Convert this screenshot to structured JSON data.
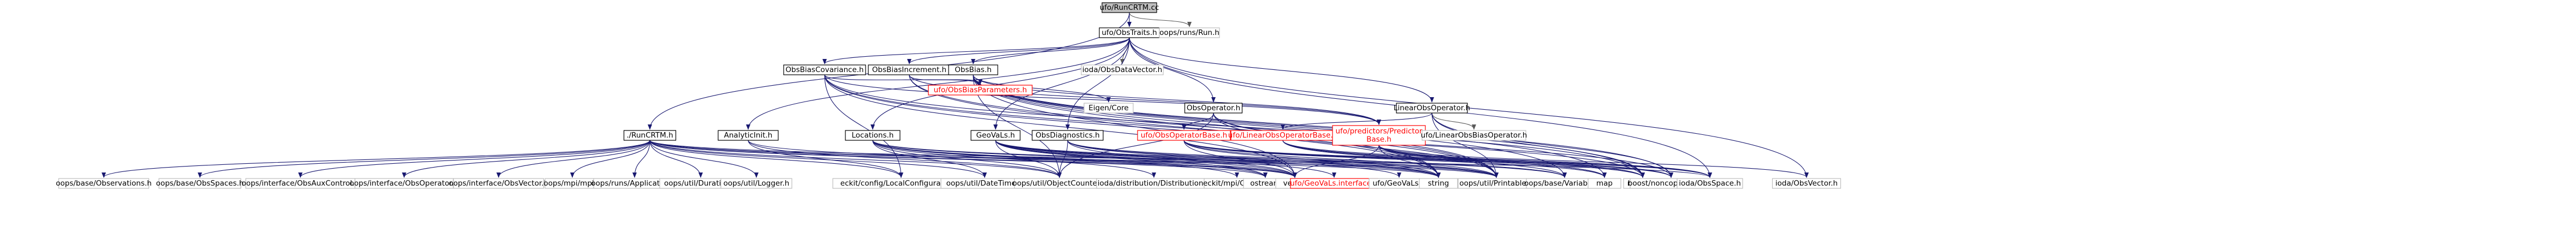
{
  "diagram": {
    "colors": {
      "root_fill": "#bfbfbf",
      "node_fill": "#ffffff",
      "node_border": "#000000",
      "undocumented_border": "#bfbfbf",
      "missing_border": "#ff0000",
      "missing_text": "#ff0000",
      "text": "#000000",
      "edge": "#191970",
      "edge_grey": "#5a5a5a"
    },
    "nodes": [
      {
        "id": "runcrtm_cc",
        "label": "ufo/RunCRTM.cc",
        "style": "root"
      },
      {
        "id": "obstraits",
        "label": "ufo/ObsTraits.h",
        "style": "doc"
      },
      {
        "id": "oops_run",
        "label": "oops/runs/Run.h",
        "style": "undoc"
      },
      {
        "id": "runcrtm_h",
        "label": "./RunCRTM.h",
        "style": "doc"
      },
      {
        "id": "obsbiascov",
        "label": "ObsBiasCovariance.h",
        "style": "doc"
      },
      {
        "id": "obsbiasinc",
        "label": "ObsBiasIncrement.h",
        "style": "doc"
      },
      {
        "id": "obsbias",
        "label": "ObsBias.h",
        "style": "doc"
      },
      {
        "id": "ioda_obsdatavec",
        "label": "ioda/ObsDataVector.h",
        "style": "undoc"
      },
      {
        "id": "obsbiasparams",
        "label": "ufo/ObsBiasParameters.h",
        "style": "missing"
      },
      {
        "id": "eigen",
        "label": "Eigen/Core",
        "style": "undoc"
      },
      {
        "id": "obsoperator",
        "label": "ObsOperator.h",
        "style": "doc"
      },
      {
        "id": "linearobsop",
        "label": "LinearObsOperator.h",
        "style": "doc"
      },
      {
        "id": "analyticinit",
        "label": "AnalyticInit.h",
        "style": "doc"
      },
      {
        "id": "locations",
        "label": "Locations.h",
        "style": "doc"
      },
      {
        "id": "geovals",
        "label": "GeoVaLs.h",
        "style": "doc"
      },
      {
        "id": "obsdiag",
        "label": "ObsDiagnostics.h",
        "style": "doc"
      },
      {
        "id": "obsoperatorbase",
        "label": "ufo/ObsOperatorBase.h",
        "style": "missing"
      },
      {
        "id": "linobsopbase",
        "label": "ufo/LinearObsOperatorBase.h",
        "style": "missing"
      },
      {
        "id": "predictorbase",
        "label": [
          "ufo/predictors/Predictor",
          "Base.h"
        ],
        "style": "missing"
      },
      {
        "id": "ufo_linobsbiasop",
        "label": "ufo/LinearObsBiasOperator.h",
        "style": "undoc"
      },
      {
        "id": "oops_obsobs",
        "label": "oops/base/Observations.h",
        "style": "undoc"
      },
      {
        "id": "oops_obsspaces",
        "label": "oops/base/ObsSpaces.h",
        "style": "undoc"
      },
      {
        "id": "oops_obsauxctl",
        "label": "oops/interface/ObsAuxControl.h",
        "style": "undoc"
      },
      {
        "id": "oops_obsoperator",
        "label": "oops/interface/ObsOperator.h",
        "style": "undoc"
      },
      {
        "id": "oops_obsvector",
        "label": "oops/interface/ObsVector.h",
        "style": "undoc"
      },
      {
        "id": "oops_mpi",
        "label": "oops/mpi/mpi.h",
        "style": "undoc"
      },
      {
        "id": "oops_app",
        "label": "oops/runs/Application.h",
        "style": "undoc"
      },
      {
        "id": "oops_duration",
        "label": "oops/util/Duration.h",
        "style": "undoc"
      },
      {
        "id": "oops_logger",
        "label": "oops/util/Logger.h",
        "style": "undoc"
      },
      {
        "id": "eckit_localconf",
        "label": "eckit/config/LocalConfiguration.h",
        "style": "undoc"
      },
      {
        "id": "oops_datetime",
        "label": "oops/util/DateTime.h",
        "style": "undoc"
      },
      {
        "id": "oops_objcounter",
        "label": "oops/util/ObjectCounter.h",
        "style": "undoc"
      },
      {
        "id": "ioda_distribution",
        "label": "ioda/distribution/Distribution.h",
        "style": "undoc"
      },
      {
        "id": "eckit_comm",
        "label": "eckit/mpi/Comm.h",
        "style": "undoc"
      },
      {
        "id": "ostream",
        "label": "ostream",
        "style": "undoc"
      },
      {
        "id": "vector",
        "label": "vector",
        "style": "undoc"
      },
      {
        "id": "geovals_interface",
        "label": "ufo/GeoVaLs.interface.h",
        "style": "missing"
      },
      {
        "id": "ufo_geovals_f",
        "label": "ufo/GeoVaLs.h",
        "style": "undoc"
      },
      {
        "id": "string",
        "label": "string",
        "style": "undoc"
      },
      {
        "id": "oops_printable",
        "label": "oops/util/Printable.h",
        "style": "undoc"
      },
      {
        "id": "oops_variables",
        "label": "oops/base/Variables.h",
        "style": "undoc"
      },
      {
        "id": "map",
        "label": "map",
        "style": "undoc"
      },
      {
        "id": "memory",
        "label": "memory",
        "style": "undoc"
      },
      {
        "id": "boost_noncopyable",
        "label": "boost/noncopyable.hpp",
        "style": "undoc"
      },
      {
        "id": "ioda_obsspace",
        "label": "ioda/ObsSpace.h",
        "style": "undoc"
      },
      {
        "id": "ioda_obsvector",
        "label": "ioda/ObsVector.h",
        "style": "undoc"
      }
    ],
    "edges": [
      [
        "runcrtm_cc",
        "obstraits"
      ],
      [
        "runcrtm_cc",
        "oops_run"
      ],
      [
        "runcrtm_cc",
        "runcrtm_h"
      ],
      [
        "obstraits",
        "obsbiascov"
      ],
      [
        "obstraits",
        "obsbiasinc"
      ],
      [
        "obstraits",
        "obsbias"
      ],
      [
        "obstraits",
        "ioda_obsdatavec"
      ],
      [
        "obstraits",
        "obsoperator"
      ],
      [
        "obstraits",
        "linearobsop"
      ],
      [
        "obstraits",
        "analyticinit"
      ],
      [
        "obstraits",
        "locations"
      ],
      [
        "obstraits",
        "geovals"
      ],
      [
        "obstraits",
        "obsdiag"
      ],
      [
        "obstraits",
        "ioda_obsspace"
      ],
      [
        "obstraits",
        "ioda_obsvector"
      ],
      [
        "obsbiascov",
        "obsbiasparams"
      ],
      [
        "obsbiascov",
        "predictorbase"
      ],
      [
        "obsbiascov",
        "eckit_localconf"
      ],
      [
        "obsbiascov",
        "vector"
      ],
      [
        "obsbiascov",
        "string"
      ],
      [
        "obsbiascov",
        "oops_printable"
      ],
      [
        "obsbiascov",
        "memory"
      ],
      [
        "obsbiasinc",
        "obsbiasparams"
      ],
      [
        "obsbiasinc",
        "predictorbase"
      ],
      [
        "obsbiasinc",
        "string"
      ],
      [
        "obsbiasinc",
        "oops_printable"
      ],
      [
        "obsbias",
        "obsbiasparams"
      ],
      [
        "obsbias",
        "eigen"
      ],
      [
        "obsbias",
        "predictorbase"
      ],
      [
        "obsbias",
        "oops_objcounter"
      ],
      [
        "obsbias",
        "vector"
      ],
      [
        "obsbias",
        "string"
      ],
      [
        "obsbias",
        "oops_printable"
      ],
      [
        "obsbias",
        "oops_variables"
      ],
      [
        "obsbias",
        "map"
      ],
      [
        "obsbias",
        "memory"
      ],
      [
        "obsbias",
        "boost_noncopyable"
      ],
      [
        "obsoperator",
        "obsoperatorbase"
      ],
      [
        "obsoperator",
        "oops_objcounter"
      ],
      [
        "obsoperator",
        "oops_printable"
      ],
      [
        "obsoperator",
        "memory"
      ],
      [
        "obsoperator",
        "boost_noncopyable"
      ],
      [
        "linearobsop",
        "linobsopbase"
      ],
      [
        "linearobsop",
        "ufo_linobsbiasop"
      ],
      [
        "linearobsop",
        "memory"
      ],
      [
        "linearobsop",
        "boost_noncopyable"
      ],
      [
        "linearobsop",
        "oops_printable"
      ],
      [
        "analyticinit",
        "eckit_localconf"
      ],
      [
        "analyticinit",
        "oops_objcounter"
      ],
      [
        "analyticinit",
        "vector"
      ],
      [
        "locations",
        "oops_datetime"
      ],
      [
        "locations",
        "oops_objcounter"
      ],
      [
        "locations",
        "ioda_distribution"
      ],
      [
        "locations",
        "eckit_comm"
      ],
      [
        "locations",
        "ostream"
      ],
      [
        "locations",
        "vector"
      ],
      [
        "locations",
        "string"
      ],
      [
        "locations",
        "oops_printable"
      ],
      [
        "geovals",
        "geovals_interface"
      ],
      [
        "geovals",
        "ufo_geovals_f"
      ],
      [
        "geovals",
        "vector"
      ],
      [
        "geovals",
        "string"
      ],
      [
        "geovals",
        "ostream"
      ],
      [
        "geovals",
        "oops_objcounter"
      ],
      [
        "geovals",
        "oops_printable"
      ],
      [
        "geovals",
        "oops_variables"
      ],
      [
        "obsdiag",
        "oops_objcounter"
      ],
      [
        "obsdiag",
        "oops_printable"
      ],
      [
        "obsdiag",
        "oops_variables"
      ],
      [
        "obsdiag",
        "string"
      ],
      [
        "obsdiag",
        "vector"
      ],
      [
        "obsoperatorbase",
        "vector"
      ],
      [
        "obsoperatorbase",
        "string"
      ],
      [
        "obsoperatorbase",
        "oops_printable"
      ],
      [
        "obsoperatorbase",
        "map"
      ],
      [
        "obsoperatorbase",
        "memory"
      ],
      [
        "obsoperatorbase",
        "boost_noncopyable"
      ],
      [
        "obsoperatorbase",
        "ioda_obsspace"
      ],
      [
        "linobsopbase",
        "oops_variables"
      ],
      [
        "linobsopbase",
        "map"
      ],
      [
        "linobsopbase",
        "memory"
      ],
      [
        "linobsopbase",
        "ioda_obsspace"
      ],
      [
        "predictorbase",
        "string"
      ],
      [
        "predictorbase",
        "vector"
      ],
      [
        "predictorbase",
        "map"
      ],
      [
        "predictorbase",
        "memory"
      ],
      [
        "predictorbase",
        "boost_noncopyable"
      ],
      [
        "predictorbase",
        "ioda_obsspace"
      ],
      [
        "predictorbase",
        "ioda_obsvector"
      ],
      [
        "runcrtm_h",
        "oops_obsobs"
      ],
      [
        "runcrtm_h",
        "oops_obsspaces"
      ],
      [
        "runcrtm_h",
        "oops_obsauxctl"
      ],
      [
        "runcrtm_h",
        "oops_obsoperator"
      ],
      [
        "runcrtm_h",
        "oops_obsvector"
      ],
      [
        "runcrtm_h",
        "oops_mpi"
      ],
      [
        "runcrtm_h",
        "oops_app"
      ],
      [
        "runcrtm_h",
        "oops_duration"
      ],
      [
        "runcrtm_h",
        "oops_logger"
      ],
      [
        "runcrtm_h",
        "eckit_localconf"
      ],
      [
        "runcrtm_h",
        "oops_datetime"
      ],
      [
        "runcrtm_h",
        "oops_objcounter"
      ],
      [
        "runcrtm_h",
        "ostream"
      ],
      [
        "runcrtm_h",
        "vector"
      ],
      [
        "runcrtm_h",
        "string"
      ],
      [
        "runcrtm_h",
        "oops_printable"
      ],
      [
        "runcrtm_h",
        "ioda_obsspace"
      ]
    ]
  }
}
